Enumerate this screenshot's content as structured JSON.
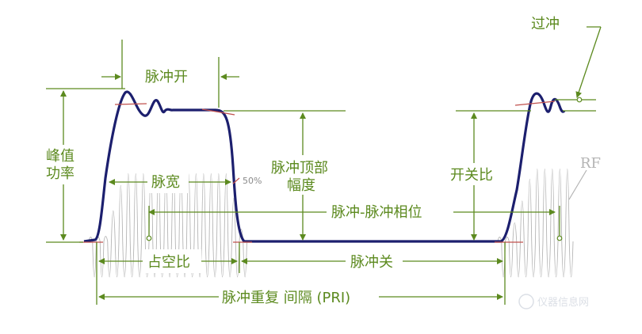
{
  "colors": {
    "annotation": "#5c8a1f",
    "envelope": "#1c1f6e",
    "rf": "#b4b4b4",
    "red_marker": "#c0504d",
    "label_bg": "#ffffff"
  },
  "labels": {
    "overshoot": "过冲",
    "pulse_on": "脉冲开",
    "peak_power_1": "峰值",
    "peak_power_2": "功率",
    "pulse_width": "脉宽",
    "fifty_percent": "50%",
    "pulse_top_amp_1": "脉冲顶部",
    "pulse_top_amp_2": "幅度",
    "on_off_ratio": "开关比",
    "rf": "RF",
    "pulse_phase": "脉冲-脉冲相位",
    "duty_cycle": "占空比",
    "pulse_off": "脉冲关",
    "pri": "脉冲重复 间隔 (PRI)",
    "watermark": "仪器信息网"
  }
}
